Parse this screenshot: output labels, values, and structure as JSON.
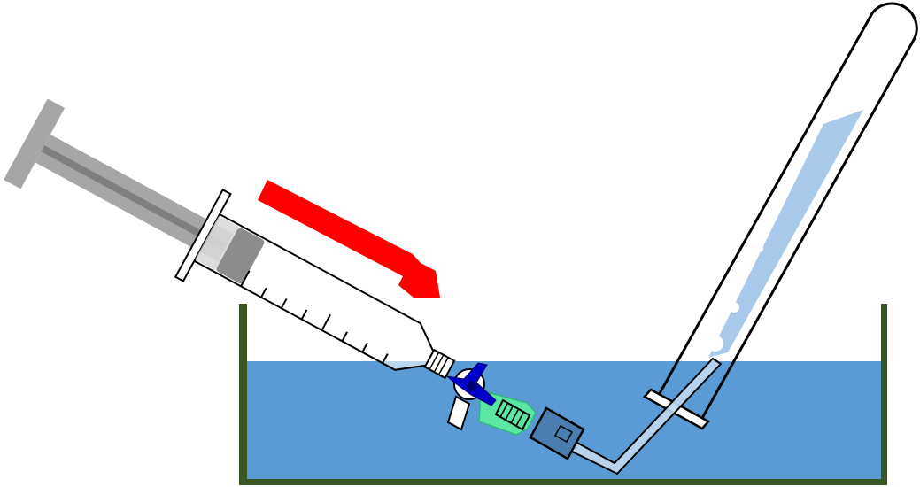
{
  "diagram": {
    "type": "lab-apparatus",
    "components": [
      "syringe",
      "three-way-stopcock",
      "luer-connector",
      "delivery-tube",
      "inverted-test-tube",
      "water-trough"
    ],
    "flow_direction": "syringe-to-test-tube",
    "colors": {
      "water": "#5b9bd5",
      "trough_wall": "#385723",
      "arrow": "#ff0000",
      "plunger": "#a6a6a6",
      "plunger_rod_stripe": "#7f7f7f",
      "stopcock": "#0000c8",
      "connector": "#5ce6a3",
      "collected_liquid": "#a9c9ea",
      "outline": "#000000"
    },
    "syringe_scale_marks": 8,
    "bubbles_in_tube": 4
  }
}
